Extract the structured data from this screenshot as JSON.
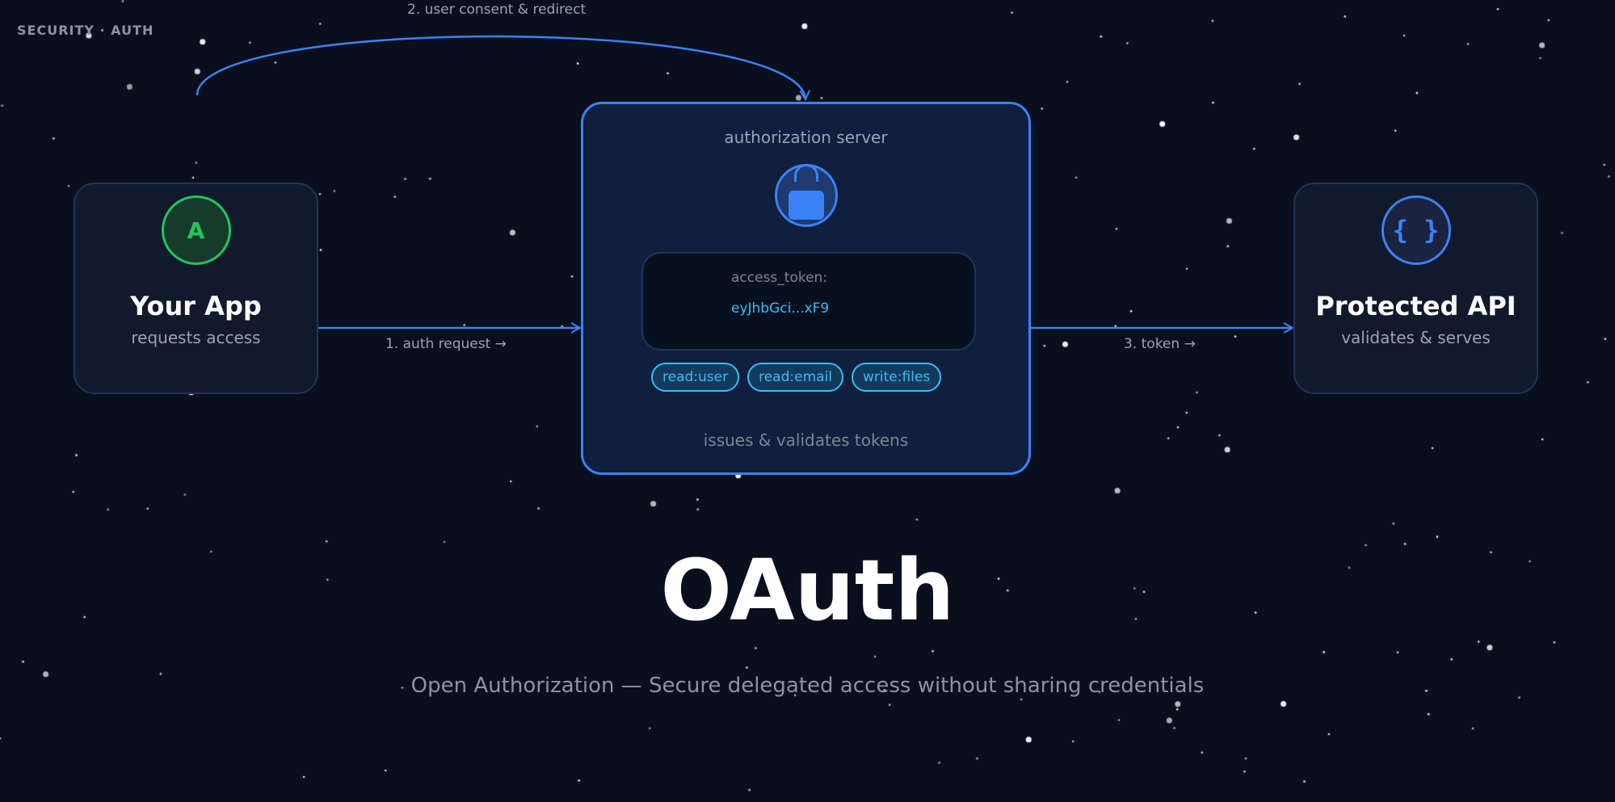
{
  "section_label": "SECURITY · AUTH",
  "client": {
    "icon_letter": "A",
    "title": "Your App",
    "subtitle": "requests access"
  },
  "authorization_server": {
    "title": "authorization server",
    "token_label": "access_token:",
    "token_value": "eyJhbGci...xF9",
    "scopes": [
      "read:user",
      "read:email",
      "write:files"
    ],
    "footer": "issues & validates tokens"
  },
  "resource": {
    "icon": "{ }",
    "title": "Protected API",
    "subtitle": "validates & serves"
  },
  "flows": {
    "step1": "1. auth request →",
    "step2": "2. user consent & redirect",
    "step3": "3. token →"
  },
  "title": "OAuth",
  "subtitle": "Open Authorization — Secure delegated access without sharing credentials",
  "colors": {
    "background": "#0a0f1e",
    "accent": "#3b82f6",
    "client": "#22c55e",
    "token": "#38bdf8"
  }
}
